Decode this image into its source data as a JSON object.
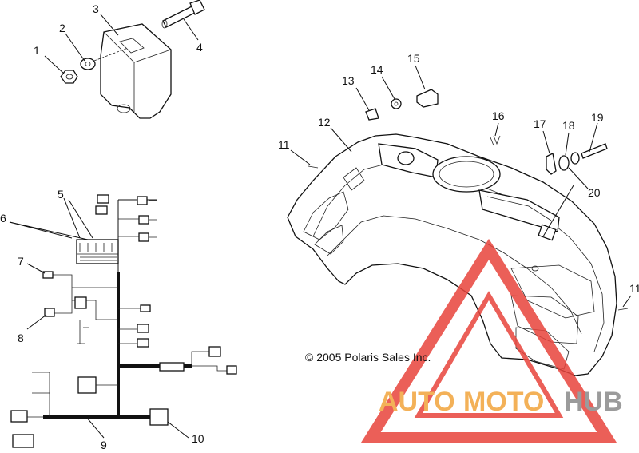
{
  "copyright": "© 2005 Polaris Sales Inc.",
  "watermark": {
    "part1": "AUTO",
    "part2": "MOTO",
    "part3": "HUB",
    "color_orange": "#f2a43c",
    "color_gray": "#8a8a8a",
    "color_red": "#e8443c"
  },
  "callouts": {
    "c1": "1",
    "c2": "2",
    "c3": "3",
    "c4": "4",
    "c5": "5",
    "c6": "6",
    "c7": "7",
    "c8": "8",
    "c9": "9",
    "c10": "10",
    "c11a": "11",
    "c11b": "11",
    "c12": "12",
    "c13": "13",
    "c14": "14",
    "c15": "15",
    "c16": "16",
    "c17": "17",
    "c18": "18",
    "c19": "19",
    "c20": "20"
  }
}
